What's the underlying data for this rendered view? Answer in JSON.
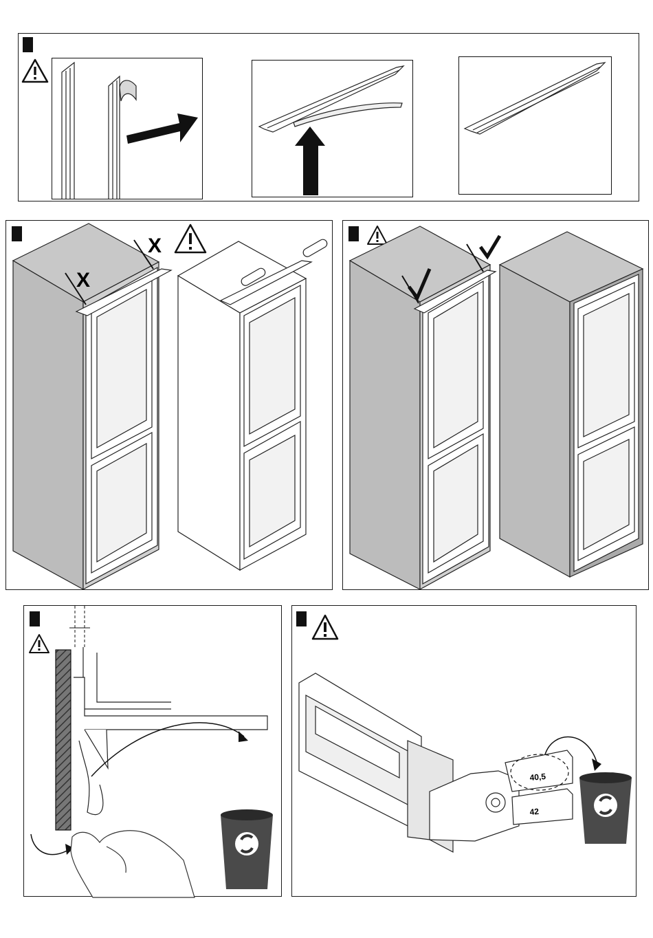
{
  "panel_1": {
    "step_marker": "step-1",
    "icons": [
      "warning-triangle-icon",
      "arrow-right-icon",
      "arrow-up-icon"
    ]
  },
  "panel_2": {
    "step_marker": "step-2",
    "icons": [
      "warning-triangle-icon",
      "wrong-mark-icon",
      "screwdriver-icon"
    ],
    "marks": {
      "left": "X",
      "right": "X"
    }
  },
  "panel_3": {
    "step_marker": "step-3",
    "icons": [
      "warning-triangle-icon",
      "check-mark-icon"
    ]
  },
  "panel_4": {
    "step_marker": "step-4",
    "icons": [
      "warning-triangle-icon",
      "recycle-bin-icon",
      "hand-icon"
    ]
  },
  "panel_5": {
    "step_marker": "step-5",
    "icons": [
      "warning-triangle-icon",
      "recycle-bin-icon"
    ],
    "spacer_labels": {
      "upper": "40,5",
      "lower": "42"
    }
  }
}
